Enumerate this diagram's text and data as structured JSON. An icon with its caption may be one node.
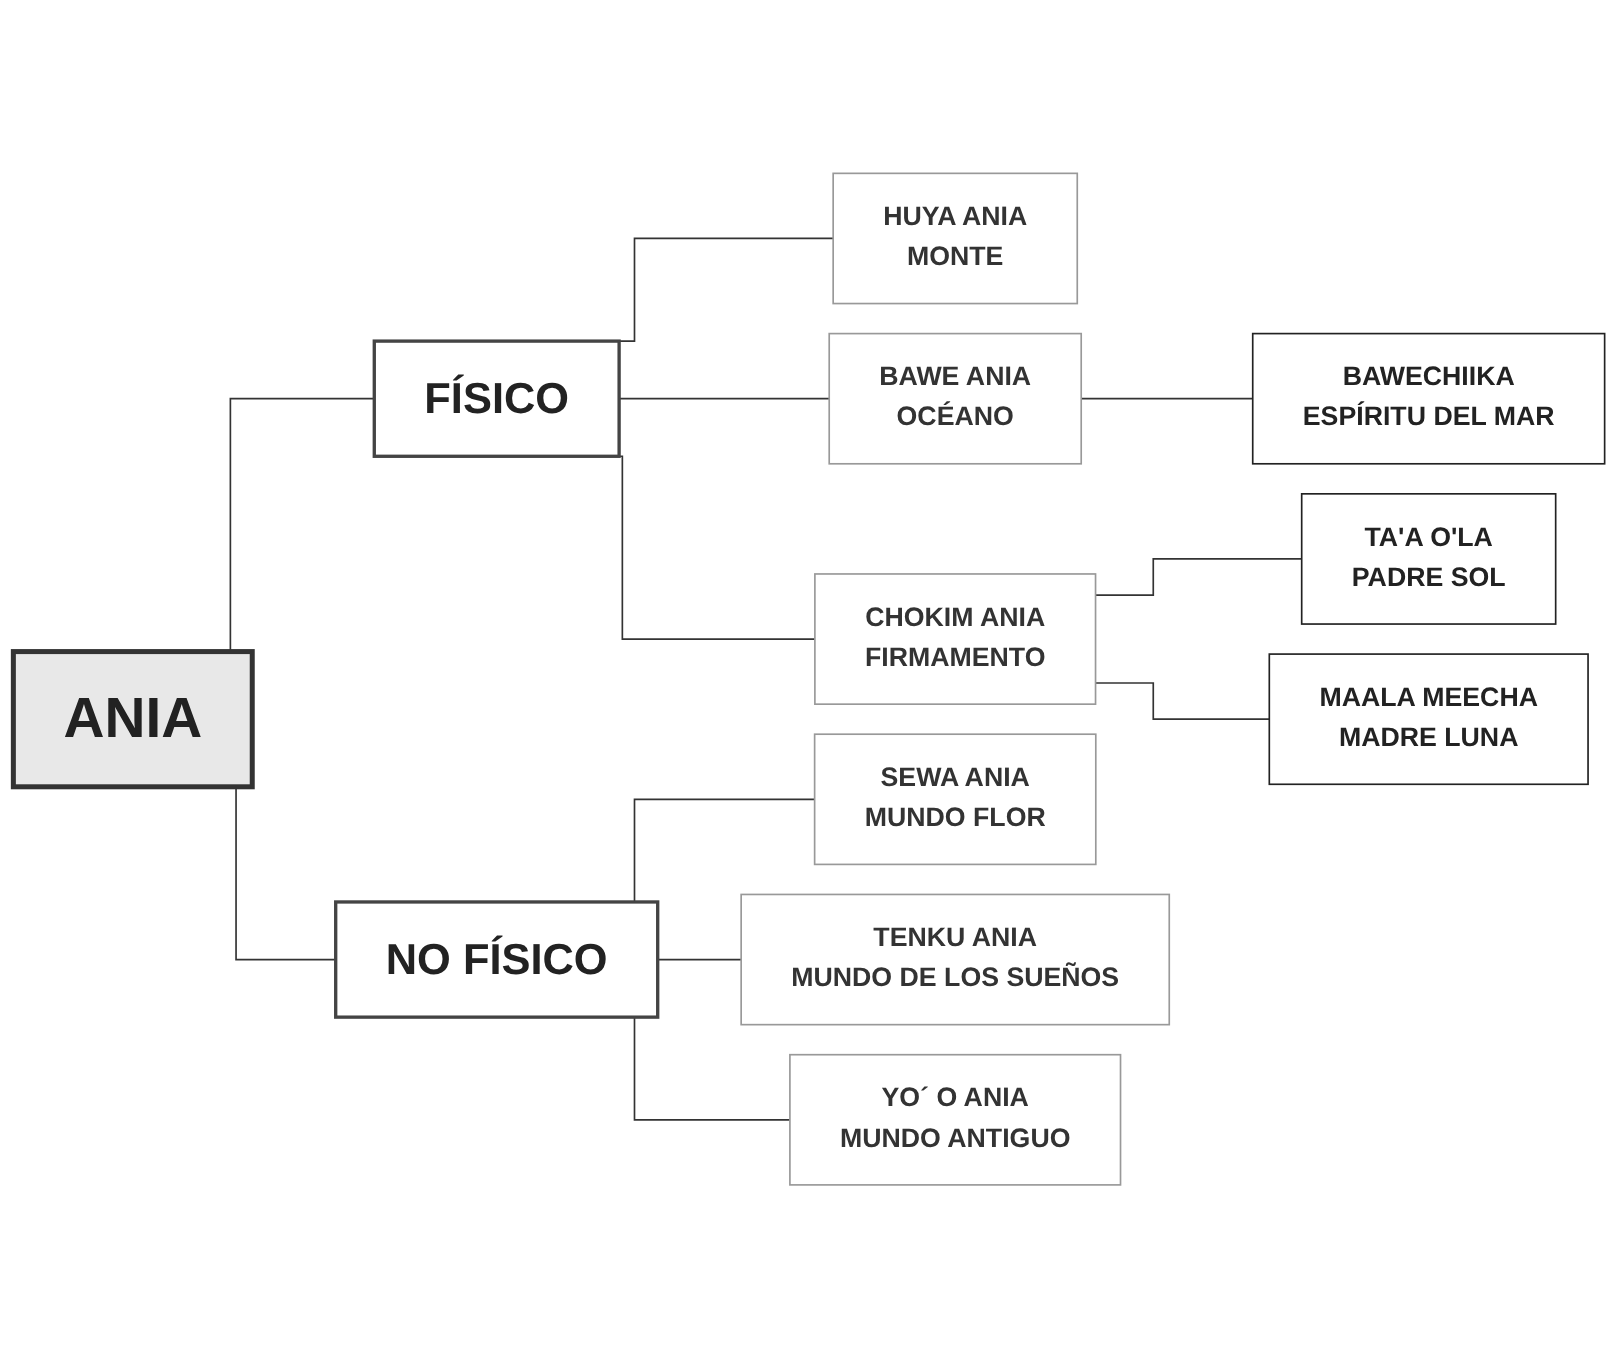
{
  "diagram": {
    "nodes": [
      {
        "text": [
          "ANIA"
        ]
      },
      {
        "text": [
          "FÍSICO"
        ]
      },
      {
        "text": [
          "HUYA ANIA",
          "MONTE"
        ]
      },
      {
        "text": [
          "BAWE ANIA",
          "OCÉANO"
        ]
      },
      {
        "text": [
          "BAWECHIIKA",
          "ESPÍRITU DEL MAR"
        ]
      },
      {
        "text": [
          "CHOKIM ANIA",
          "FIRMAMENTO"
        ]
      },
      {
        "text": [
          "TA'A O'LA",
          "PADRE SOL"
        ]
      },
      {
        "text": [
          "MAALA MEECHA",
          "MADRE LUNA"
        ]
      },
      {
        "text": [
          "NO FÍSICO"
        ]
      },
      {
        "text": [
          "SEWA ANIA",
          "MUNDO FLOR"
        ]
      },
      {
        "text": [
          "TENKU ANIA",
          "MUNDO DE LOS SUEÑOS"
        ]
      },
      {
        "text": [
          "YO´ O ANIA",
          "MUNDO ANTIGUO"
        ]
      }
    ],
    "edges": [
      {
        "from": 0,
        "to": 1,
        "arrow": "none"
      },
      {
        "from": 0,
        "to": 8,
        "arrow": "none"
      },
      {
        "from": 1,
        "to": 2,
        "arrow": "none"
      },
      {
        "from": 1,
        "to": 3,
        "arrow": "none"
      },
      {
        "from": 1,
        "to": 5,
        "arrow": "none"
      },
      {
        "from": 3,
        "to": 4,
        "arrow": "none"
      },
      {
        "from": 5,
        "to": 6,
        "arrow": "none"
      },
      {
        "from": 5,
        "to": 7,
        "arrow": "none"
      },
      {
        "from": 8,
        "to": 9,
        "arrow": "none"
      },
      {
        "from": 8,
        "to": 10,
        "arrow": "none"
      },
      {
        "from": 8,
        "to": 11,
        "arrow": "none"
      }
    ]
  }
}
